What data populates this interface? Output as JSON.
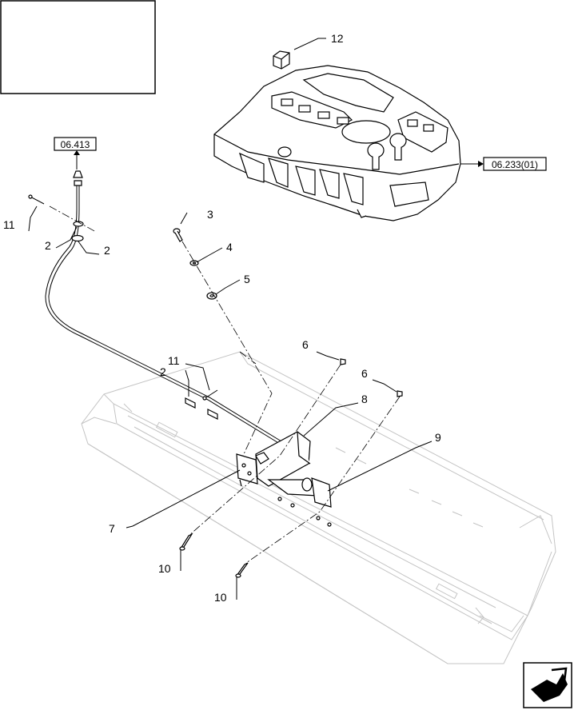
{
  "diagram": {
    "refs": {
      "top_ref": "06.413",
      "right_ref": "06.233(01)"
    },
    "callouts": {
      "c2a": "2",
      "c2b": "2",
      "c2c": "2",
      "c3": "3",
      "c4": "4",
      "c5": "5",
      "c6a": "6",
      "c6b": "6",
      "c7": "7",
      "c8": "8",
      "c9": "9",
      "c10a": "10",
      "c10b": "10",
      "c11a": "11",
      "c11b": "11",
      "c12": "12"
    }
  },
  "nav": {
    "icon": "navigation-arrow-icon"
  }
}
